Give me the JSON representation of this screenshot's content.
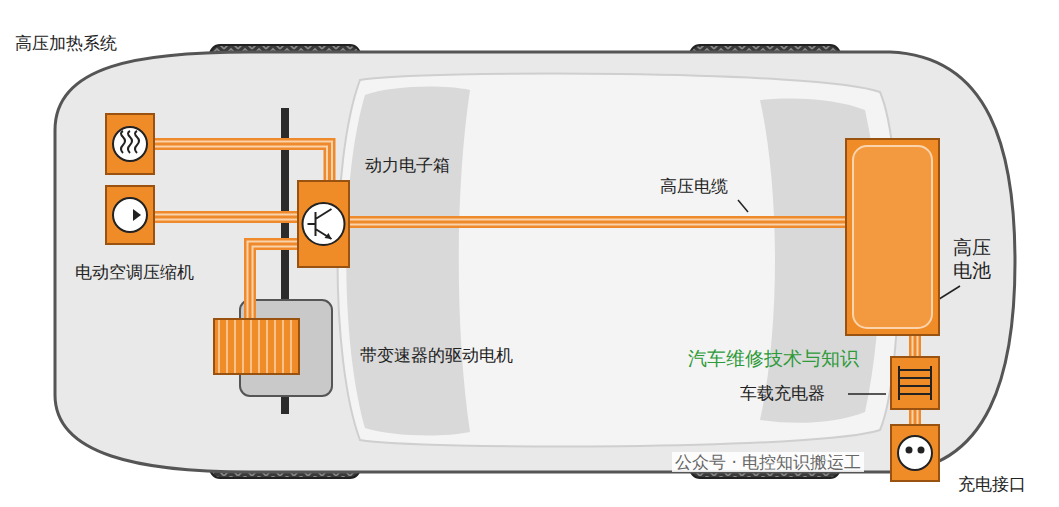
{
  "diagram": {
    "nodes": [
      {
        "text": [
          "高压加热系统"
        ]
      },
      {
        "text": [
          "电动空调压缩机"
        ]
      },
      {
        "text": [
          "动力电子箱"
        ]
      },
      {
        "text": [
          "带变速器的驱动电机"
        ]
      },
      {
        "text": [
          "高压电池"
        ]
      },
      {
        "text": [
          "车载充电器"
        ]
      },
      {
        "text": [
          "充电接口"
        ]
      }
    ],
    "edges": [
      {
        "from": 0,
        "to": 2,
        "arrow": "none"
      },
      {
        "from": 1,
        "to": 2,
        "arrow": "none"
      },
      {
        "from": 2,
        "to": 3,
        "arrow": "none"
      },
      {
        "from": 2,
        "to": 4,
        "label": "高压电缆",
        "arrow": "none"
      },
      {
        "from": 4,
        "to": 5,
        "arrow": "none"
      },
      {
        "from": 5,
        "to": 6,
        "arrow": "none"
      }
    ],
    "labels": [
      "汽车维修技术与知识",
      "公众号 · 电控知识搬运工"
    ]
  }
}
